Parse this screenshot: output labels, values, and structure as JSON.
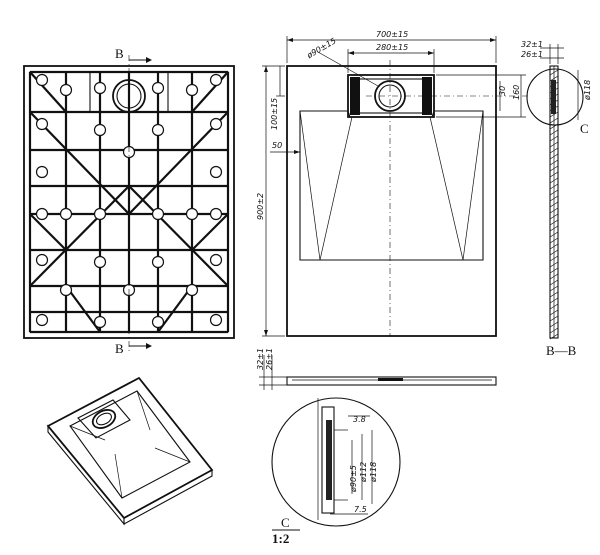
{
  "section_labels": {
    "b_top": "B",
    "b_bottom": "B",
    "section_bb": "B—B",
    "detail_c": "C",
    "detail_c_title": "C",
    "detail_c_scale": "1:2"
  },
  "dimensions": {
    "width_overall": "700±15",
    "drain_box_width": "280±15",
    "drain_diameter": "ø90±15",
    "height_overall": "900±2",
    "drain_offset": "100±15",
    "margin_left": "50",
    "drain_depth_30": "30",
    "drain_box_160": "160",
    "thickness_32": "32±1",
    "thickness_26": "26±1",
    "dia_118_right": "ø118",
    "front_32": "32±1",
    "front_26": "26±1",
    "detail_3_8": "3.8",
    "detail_dia_90": "ø90±5",
    "detail_dia_112": "ø112",
    "detail_dia_118": "ø118",
    "detail_7_5": "7.5"
  },
  "colors": {
    "line": "#111111",
    "background": "#ffffff",
    "fill_dark": "#222222"
  }
}
